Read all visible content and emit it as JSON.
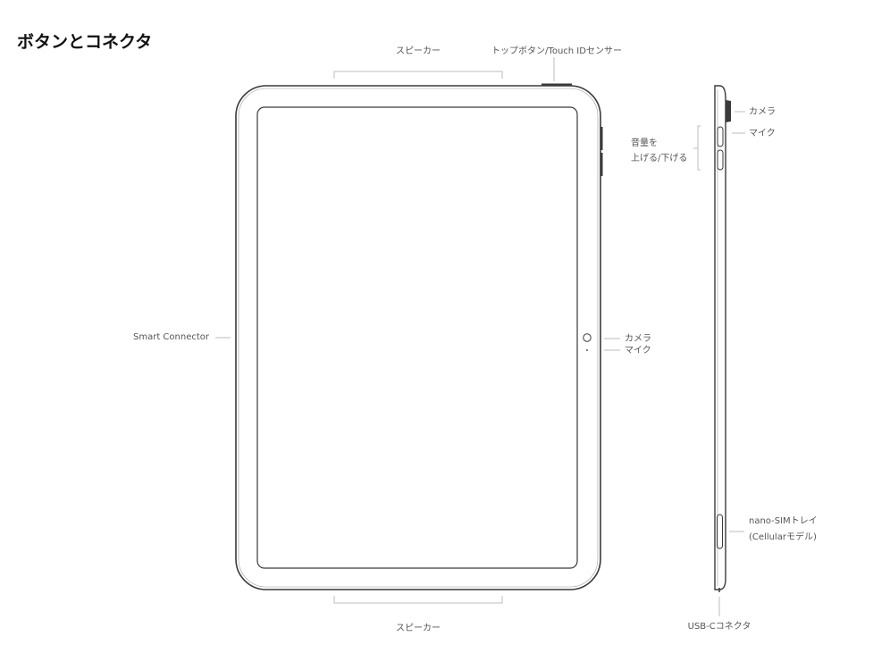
{
  "title": "ボタンとコネクタ",
  "labels": {
    "speaker_top": "スピーカー",
    "top_button": "トップボタン/Touch IDセンサー",
    "camera_side": "カメラ",
    "mic_side": "マイク",
    "volume_line1": "音量を",
    "volume_line2": "上げる/下げる",
    "smart_connector": "Smart Connector",
    "camera_front": "カメラ",
    "mic_front": "マイク",
    "nano_sim_line1": "nano-SIMトレイ",
    "nano_sim_line2": "(Cellularモデル)",
    "speaker_bottom": "スピーカー",
    "usb_c": "USB-Cコネクタ"
  },
  "colors": {
    "outline": "#3a3a3a",
    "leader": "#bdbdbd",
    "label": "#555555"
  }
}
